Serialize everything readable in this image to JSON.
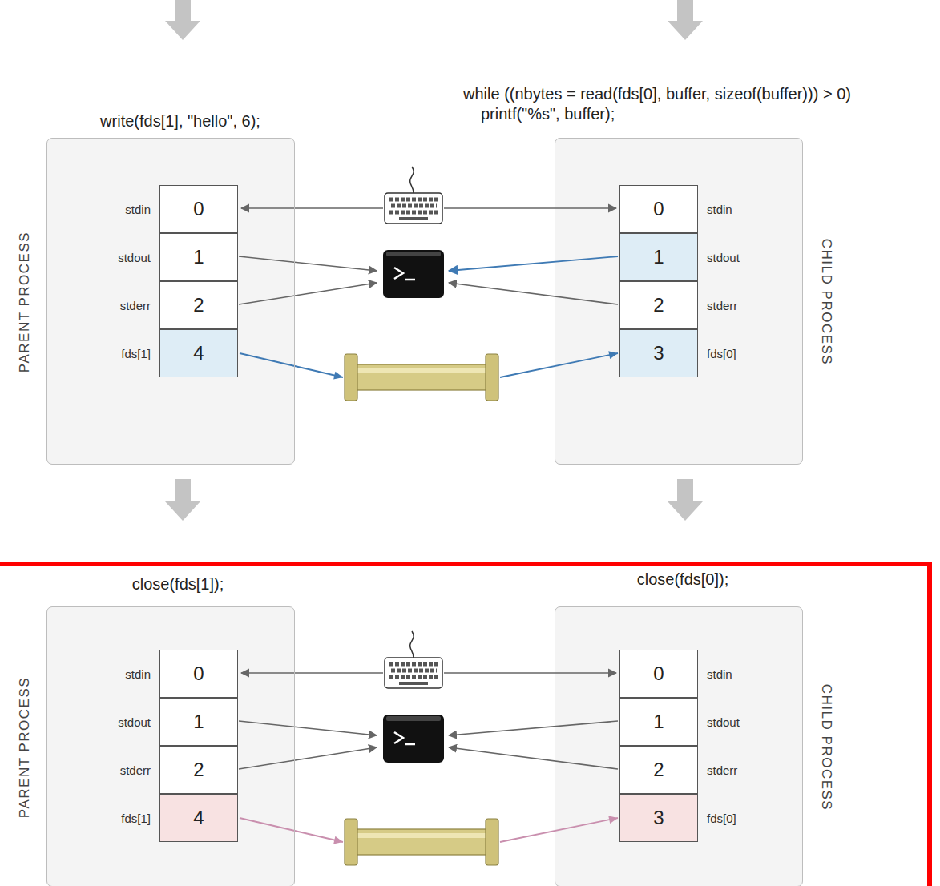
{
  "diagram": {
    "nodes": [
      {
        "text": [
          "PARENT PROCESS"
        ]
      },
      {
        "text": [
          "stdin",
          "0"
        ],
        "in": 0
      },
      {
        "text": [
          "stdout",
          "1"
        ],
        "in": 0
      },
      {
        "text": [
          "stderr",
          "2"
        ],
        "in": 0
      },
      {
        "text": [
          "fds[1]",
          "4"
        ],
        "in": 0
      },
      {
        "text": [
          "CHILD PROCESS"
        ]
      },
      {
        "text": [
          "0",
          "stdin"
        ],
        "in": 5
      },
      {
        "text": [
          "1",
          "stdout"
        ],
        "in": 5
      },
      {
        "text": [
          "2",
          "stderr"
        ],
        "in": 5
      },
      {
        "text": [
          "3",
          "fds[0]"
        ],
        "in": 5
      },
      {
        "text": [
          "PARENT PROCESS"
        ]
      },
      {
        "text": [
          "stdin",
          "0"
        ],
        "in": 10
      },
      {
        "text": [
          "stdout",
          "1"
        ],
        "in": 10
      },
      {
        "text": [
          "stderr",
          "2"
        ],
        "in": 10
      },
      {
        "text": [
          "fds[1]",
          "4"
        ],
        "in": 10
      },
      {
        "text": [
          "CHILD PROCESS"
        ]
      },
      {
        "text": [
          "0",
          "stdin"
        ],
        "in": 15
      },
      {
        "text": [
          "1",
          "stdout"
        ],
        "in": 15
      },
      {
        "text": [
          "2",
          "stderr"
        ],
        "in": 15
      },
      {
        "text": [
          "3",
          "fds[0]"
        ],
        "in": 15
      }
    ],
    "edges": [
      {
        "from": 4,
        "to": 9,
        "arrow": "to"
      },
      {
        "from": 14,
        "to": 19,
        "arrow": "to"
      }
    ],
    "labels": [
      "write(fds[1], \"hello\", 6);",
      "while ((nbytes = read(fds[0], buffer, sizeof(buffer))) > 0)",
      "printf(\"%s\", buffer);",
      "close(fds[1]);",
      "close(fds[0]);"
    ]
  }
}
